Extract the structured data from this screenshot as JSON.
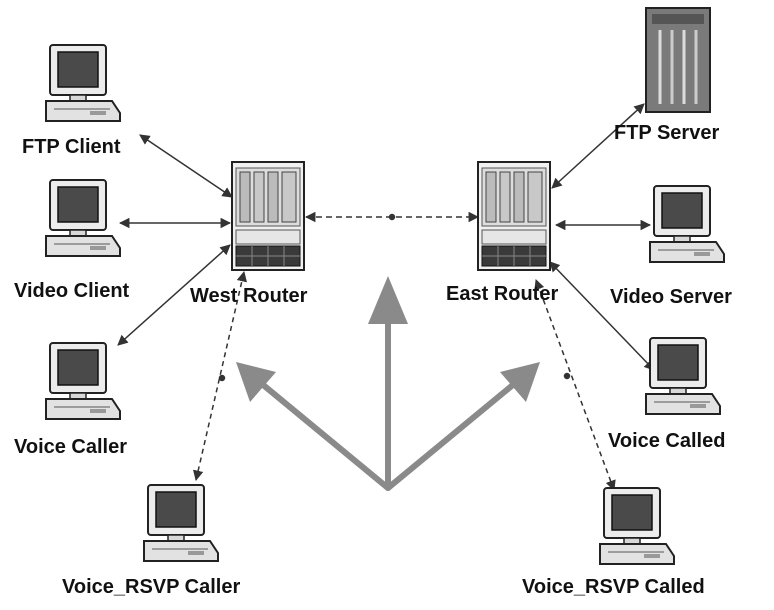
{
  "nodes": {
    "ftp_client": "FTP Client",
    "video_client": "Video Client",
    "voice_caller": "Voice Caller",
    "voice_rsvp_caller": "Voice_RSVP Caller",
    "west_router": "West Router",
    "east_router": "East Router",
    "ftp_server": "FTP Server",
    "video_server": "Video Server",
    "voice_called": "Voice Called",
    "voice_rsvp_called": "Voice_RSVP Called"
  },
  "colors": {
    "link": "#333333",
    "arrow": "#8a8a8a",
    "monitor_screen": "#4a4a4a",
    "device_body": "#e8e8e8",
    "server_body": "#7a7a7a"
  }
}
